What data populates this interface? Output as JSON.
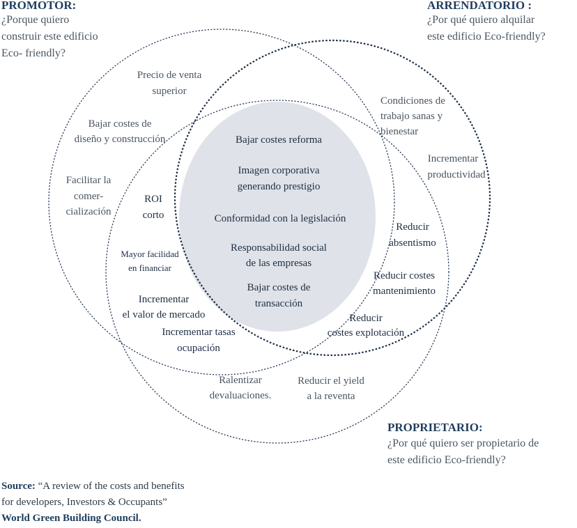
{
  "colors": {
    "core_fill": "#dfe2e8",
    "circle_stroke": "#2c3f5c",
    "heading": "#1f3d5c",
    "text": "#4a5561"
  },
  "promotor": {
    "title": "PROMOTOR:",
    "question_1": "¿Porque quiero",
    "question_2": "construir este edificio",
    "question_3": "Eco- friendly?"
  },
  "arrendatario": {
    "title": "ARRENDATORIO :",
    "question_1": "¿Por qué quiero alquilar",
    "question_2": "este edificio Eco-friendly?"
  },
  "proprietario": {
    "title": "PROPRIETARIO:",
    "question_1": "¿Por qué quiero ser propietario de",
    "question_2": "este edificio Eco-friendly?"
  },
  "core": {
    "item1": "Bajar costes reforma",
    "item2_1": "Imagen corporativa",
    "item2_2": "generando prestigio",
    "item3": "Conformidad con la legislación",
    "item4_1": "Responsabilidad social",
    "item4_2": "de las empresas",
    "item5_1": "Bajar costes de",
    "item5_2": "transacción"
  },
  "promotor_items": {
    "precio_1": "Precio de venta",
    "precio_2": "superior",
    "bajar_1": "Bajar costes de",
    "bajar_2": "diseño y construcción",
    "facilitar_1": "Facilitar  la",
    "facilitar_2": "comer-",
    "facilitar_3": "cialización"
  },
  "overlap_items": {
    "roi_1": "ROI",
    "roi_2": "corto",
    "mayor_1": "Mayor facilidad",
    "mayor_2": "en financiar",
    "valor_1": "Incrementar",
    "valor_2": "el valor de mercado",
    "tasas_1": "Incrementar tasas",
    "tasas_2": "ocupación",
    "absentismo_1": "Reducir",
    "absentismo_2": "absentismo",
    "mantenimiento_1": "Reducir costes",
    "mantenimiento_2": "mantenimiento",
    "explotacion_1": "Reducir",
    "explotacion_2": "costes explotación"
  },
  "arrendatario_items": {
    "condiciones_1": "Condiciones de",
    "condiciones_2": "trabajo sanas y",
    "condiciones_3": "bienestar",
    "productividad_1": "Incrementar",
    "productividad_2": "productividad"
  },
  "proprietario_items": {
    "ralentizar_1": "Ralentizar",
    "ralentizar_2": "devaluaciones.",
    "yield_1": "Reducir el yield",
    "yield_2": "a la reventa"
  },
  "source": {
    "label": "Source:",
    "line1": " “A review of the costs and benefits",
    "line2": "for developers, Investors & Occupants”",
    "line3": "World  Green Building  Council."
  }
}
